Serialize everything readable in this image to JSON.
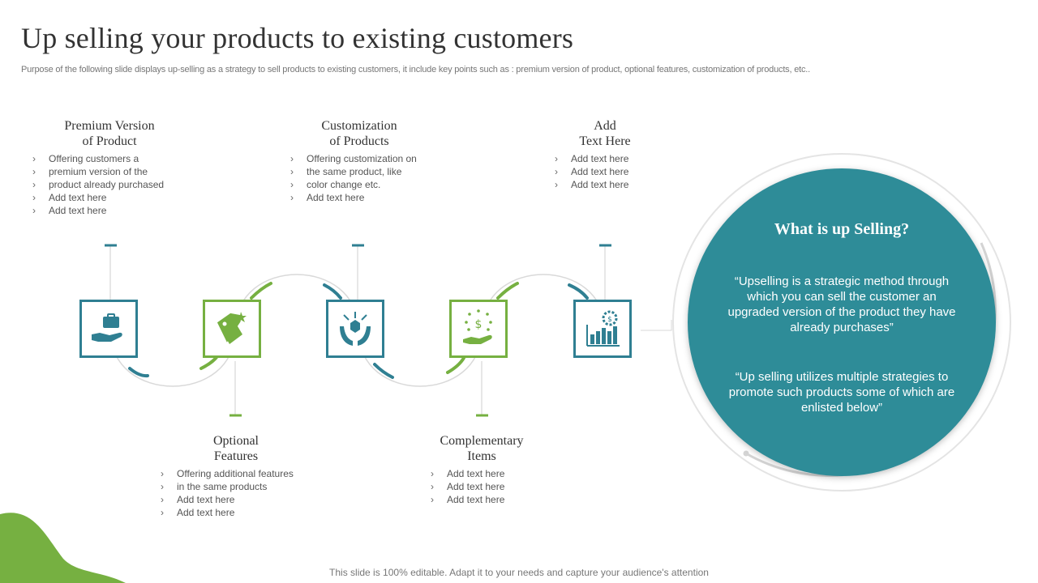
{
  "slide": {
    "title": "Up selling your products to existing customers",
    "subtitle": "Purpose of the following slide displays up-selling as a strategy to sell products to existing customers, it include key points such as : premium version of product, optional features, customization of products, etc..",
    "footer": "This slide is 100% editable. Adapt it to your needs and capture your audience's attention"
  },
  "colors": {
    "blue": "#2f7f92",
    "green": "#76b041",
    "circle": "#2e8c98"
  },
  "steps": [
    {
      "icon": "hand-briefcase-icon",
      "title_line1": "Premium Version",
      "title_line2": "of Product",
      "bullets": [
        "Offering  customers a",
        "premium version  of the",
        "product already purchased",
        "Add text here",
        "Add text here"
      ]
    },
    {
      "icon": "price-tag-star-icon",
      "title_line1": "Optional",
      "title_line2": "Features",
      "bullets": [
        "Offering  additional features",
        "in the same products",
        "Add text here",
        "Add text here"
      ]
    },
    {
      "icon": "hands-box-icon",
      "title_line1": "Customization",
      "title_line2": "of Products",
      "bullets": [
        "Offering  customization on",
        "the same product,  like",
        "color change etc.",
        "Add text here"
      ]
    },
    {
      "icon": "hand-coins-icon",
      "title_line1": "Complementary",
      "title_line2": "Items",
      "bullets": [
        "Add text here",
        "Add text here",
        "Add text here"
      ]
    },
    {
      "icon": "growth-chart-gear-icon",
      "title_line1": "Add",
      "title_line2": "Text Here",
      "bullets": [
        "Add text here",
        "Add text here",
        "Add text here"
      ]
    }
  ],
  "circle": {
    "title": "What is up Selling?",
    "quote1": "“Upselling is a strategic method through which you can sell the customer an upgraded version of the product they have already purchases”",
    "quote2": "“Up selling utilizes multiple strategies to promote such products some of which are enlisted below”"
  }
}
